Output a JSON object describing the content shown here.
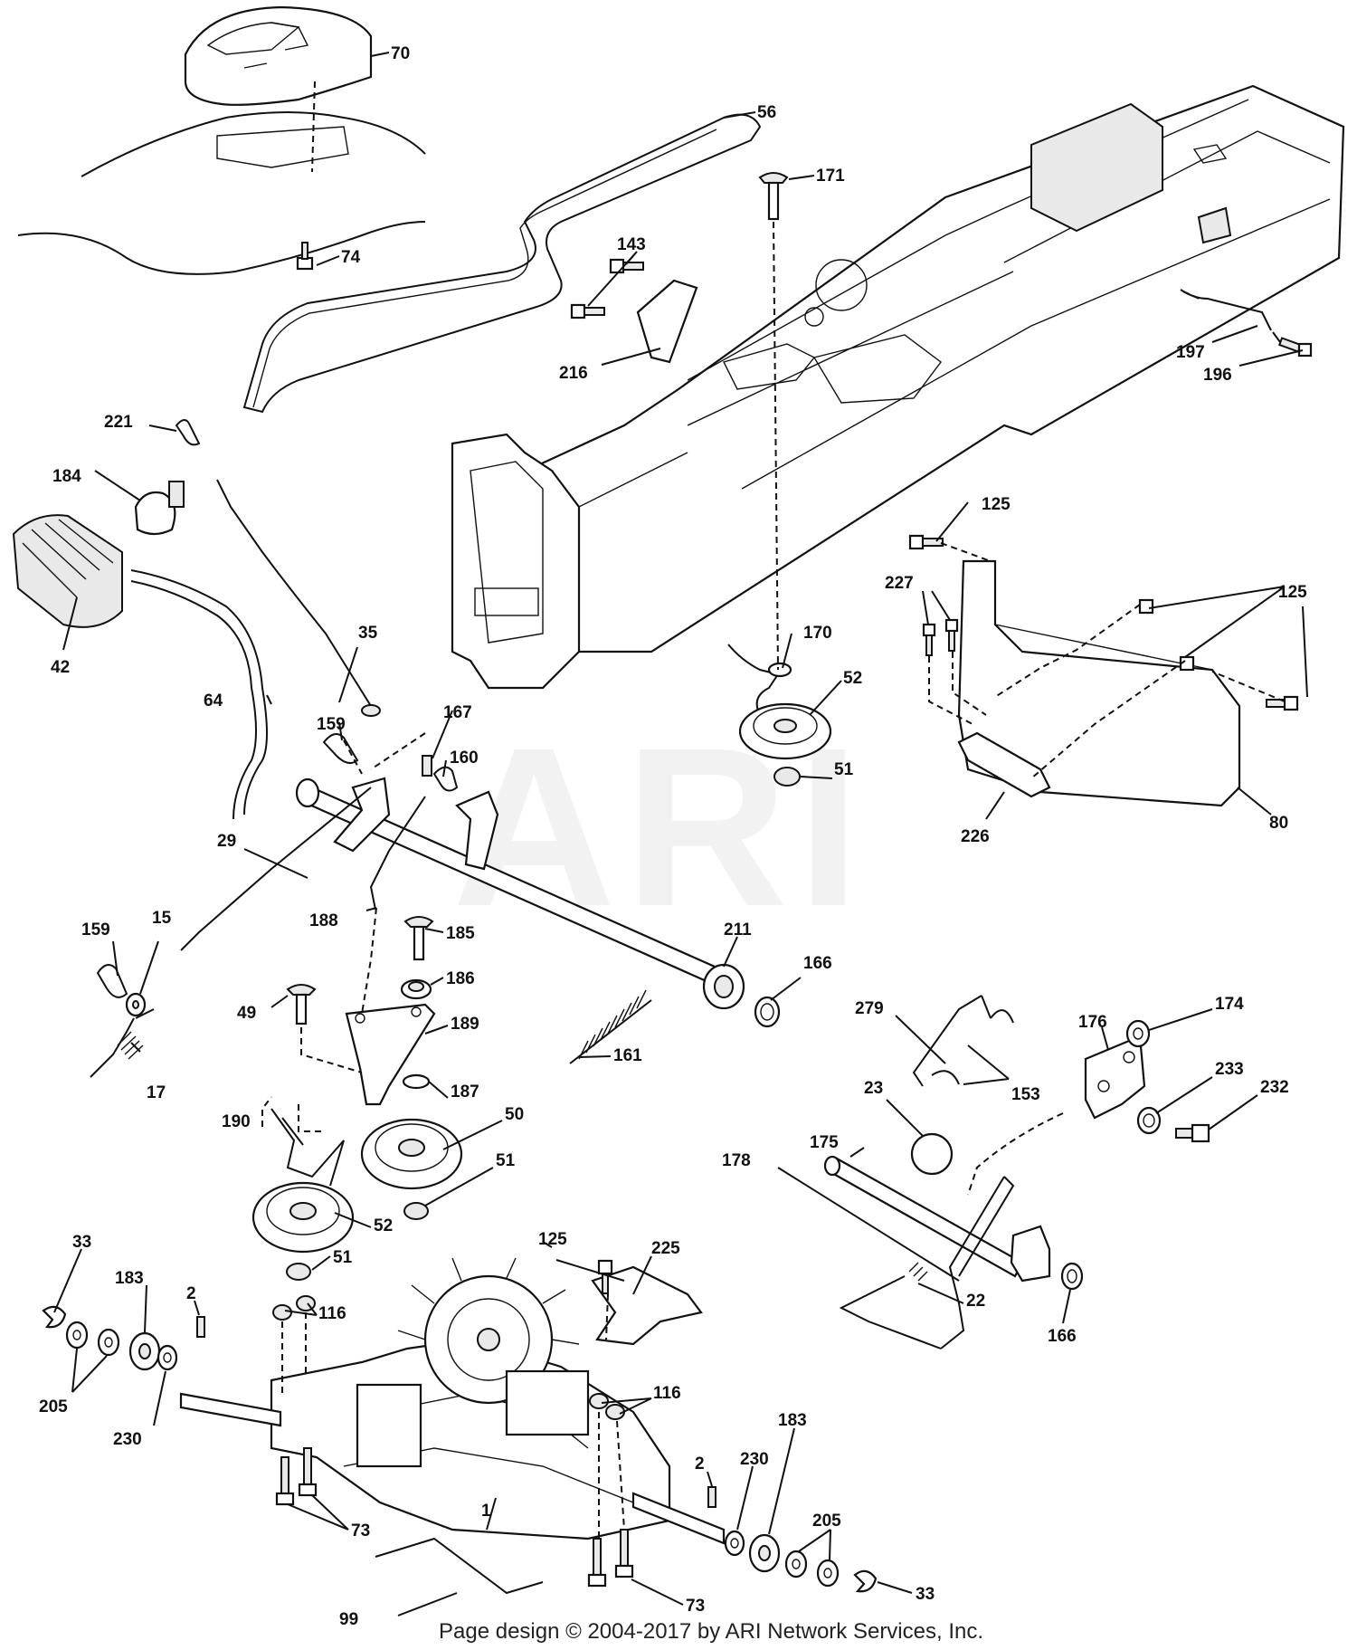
{
  "watermark": "ARI",
  "footer": "Page design © 2004-2017 by ARI Network Services, Inc.",
  "callouts": [
    {
      "id": "c70",
      "label": "70"
    },
    {
      "id": "c56",
      "label": "56"
    },
    {
      "id": "c171",
      "label": "171"
    },
    {
      "id": "c143",
      "label": "143"
    },
    {
      "id": "c74",
      "label": "74"
    },
    {
      "id": "c216",
      "label": "216"
    },
    {
      "id": "c197",
      "label": "197"
    },
    {
      "id": "c196",
      "label": "196"
    },
    {
      "id": "c221",
      "label": "221"
    },
    {
      "id": "c184",
      "label": "184"
    },
    {
      "id": "c125a",
      "label": "125"
    },
    {
      "id": "c227",
      "label": "227"
    },
    {
      "id": "c125b",
      "label": "125"
    },
    {
      "id": "c42",
      "label": "42"
    },
    {
      "id": "c35",
      "label": "35"
    },
    {
      "id": "c170",
      "label": "170"
    },
    {
      "id": "c52a",
      "label": "52"
    },
    {
      "id": "c64",
      "label": "64"
    },
    {
      "id": "c159a",
      "label": "159"
    },
    {
      "id": "c167",
      "label": "167"
    },
    {
      "id": "c160",
      "label": "160"
    },
    {
      "id": "c51a",
      "label": "51"
    },
    {
      "id": "c80",
      "label": "80"
    },
    {
      "id": "c226",
      "label": "226"
    },
    {
      "id": "c29",
      "label": "29"
    },
    {
      "id": "c188",
      "label": "188"
    },
    {
      "id": "c185",
      "label": "185"
    },
    {
      "id": "c211",
      "label": "211"
    },
    {
      "id": "c159b",
      "label": "159"
    },
    {
      "id": "c15",
      "label": "15"
    },
    {
      "id": "c166a",
      "label": "166"
    },
    {
      "id": "c186",
      "label": "186"
    },
    {
      "id": "c49",
      "label": "49"
    },
    {
      "id": "c189",
      "label": "189"
    },
    {
      "id": "c279",
      "label": "279"
    },
    {
      "id": "c174",
      "label": "174"
    },
    {
      "id": "c176",
      "label": "176"
    },
    {
      "id": "c161",
      "label": "161"
    },
    {
      "id": "c233",
      "label": "233"
    },
    {
      "id": "c17",
      "label": "17"
    },
    {
      "id": "c187",
      "label": "187"
    },
    {
      "id": "c23",
      "label": "23"
    },
    {
      "id": "c153",
      "label": "153"
    },
    {
      "id": "c232",
      "label": "232"
    },
    {
      "id": "c50",
      "label": "50"
    },
    {
      "id": "c190",
      "label": "190"
    },
    {
      "id": "c175",
      "label": "175"
    },
    {
      "id": "c178",
      "label": "178"
    },
    {
      "id": "c51b",
      "label": "51"
    },
    {
      "id": "c33a",
      "label": "33"
    },
    {
      "id": "c52b",
      "label": "52"
    },
    {
      "id": "c125c",
      "label": "125"
    },
    {
      "id": "c225",
      "label": "225"
    },
    {
      "id": "c183a",
      "label": "183"
    },
    {
      "id": "c51c",
      "label": "51"
    },
    {
      "id": "c2a",
      "label": "2"
    },
    {
      "id": "c22",
      "label": "22"
    },
    {
      "id": "c116a",
      "label": "116"
    },
    {
      "id": "c166b",
      "label": "166"
    },
    {
      "id": "c205a",
      "label": "205"
    },
    {
      "id": "c230a",
      "label": "230"
    },
    {
      "id": "c116b",
      "label": "116"
    },
    {
      "id": "c183b",
      "label": "183"
    },
    {
      "id": "c2b",
      "label": "2"
    },
    {
      "id": "c230b",
      "label": "230"
    },
    {
      "id": "c205b",
      "label": "205"
    },
    {
      "id": "c73a",
      "label": "73"
    },
    {
      "id": "c1",
      "label": "1"
    },
    {
      "id": "c33b",
      "label": "33"
    },
    {
      "id": "c99",
      "label": "99"
    },
    {
      "id": "c73b",
      "label": "73"
    }
  ]
}
